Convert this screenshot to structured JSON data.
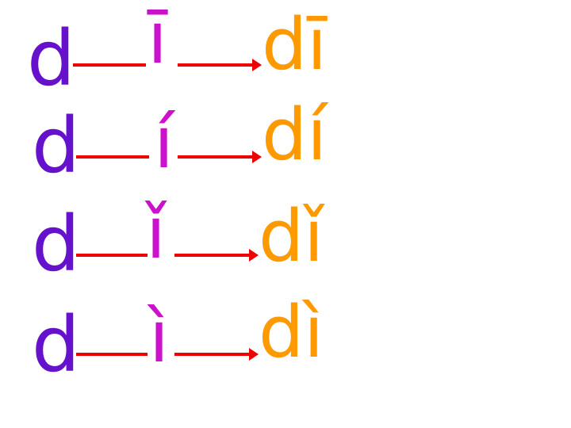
{
  "colors": {
    "initial": "#6611cc",
    "final": "#cc11cc",
    "result": "#ff9900",
    "line": "#ee0000"
  },
  "rows": [
    {
      "initial": "d",
      "final": "ī",
      "result": "dī"
    },
    {
      "initial": "d",
      "final": "í",
      "result": "dí"
    },
    {
      "initial": "d",
      "final": "ǐ",
      "result": "dǐ"
    },
    {
      "initial": "d",
      "final": "ì",
      "result": "dì"
    }
  ]
}
